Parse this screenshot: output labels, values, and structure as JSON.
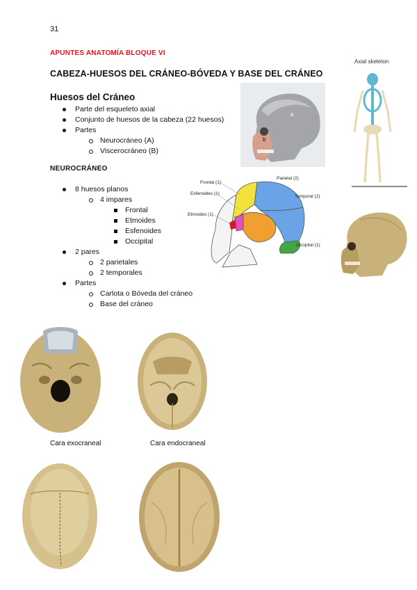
{
  "page_number": "31",
  "header": "APUNTES ANATOMÍA BLOQUE VI",
  "title": "CABEZA-HUESOS DEL CRÁNEO-BÓVEDA Y BASE DEL CRÁNEO",
  "section1": {
    "heading": "Huesos del Cráneo",
    "items": [
      "Parte del esqueleto axial",
      "Conjunto de huesos de la cabeza (22 huesos)",
      "Partes"
    ],
    "sub_items": [
      "Neurocráneo (A)",
      "Viscerocráneo (B)"
    ]
  },
  "section2": {
    "heading": "NEUROCRÁNEO",
    "item1": "8 huesos planos",
    "item1_sub": "4 impares",
    "impares": [
      "Frontal",
      "Etmoides",
      "Esfenoides",
      "Occipital"
    ],
    "item2": "2 pares",
    "pares": [
      "2 parietales",
      "2 temporales"
    ],
    "item3": "Partes",
    "partes": [
      "Carlota o Bóveda del cráneo",
      "Base del cráneo"
    ]
  },
  "figures": {
    "skull_labels": [
      "a",
      "b"
    ],
    "axial_title": "Axial skeleton",
    "diagram_labels": {
      "frontal": "Frontal (1)",
      "esfenoides": "Esfenoides (1)",
      "etmoides": "Etmoides (1)",
      "parietal": "Parietal (2)",
      "temporal": "Temporal (2)",
      "occipital": "Occipital (1)"
    },
    "caption_exo": "Cara exocraneal",
    "caption_endo": "Cara endocraneal"
  },
  "colors": {
    "header_red": "#e8131a",
    "frontal": "#f2e33c",
    "parietal": "#6aa4e6",
    "temporal": "#f0a030",
    "occipital": "#43a843",
    "esfenoides": "#e050c0",
    "bone": "#c9b27a"
  }
}
